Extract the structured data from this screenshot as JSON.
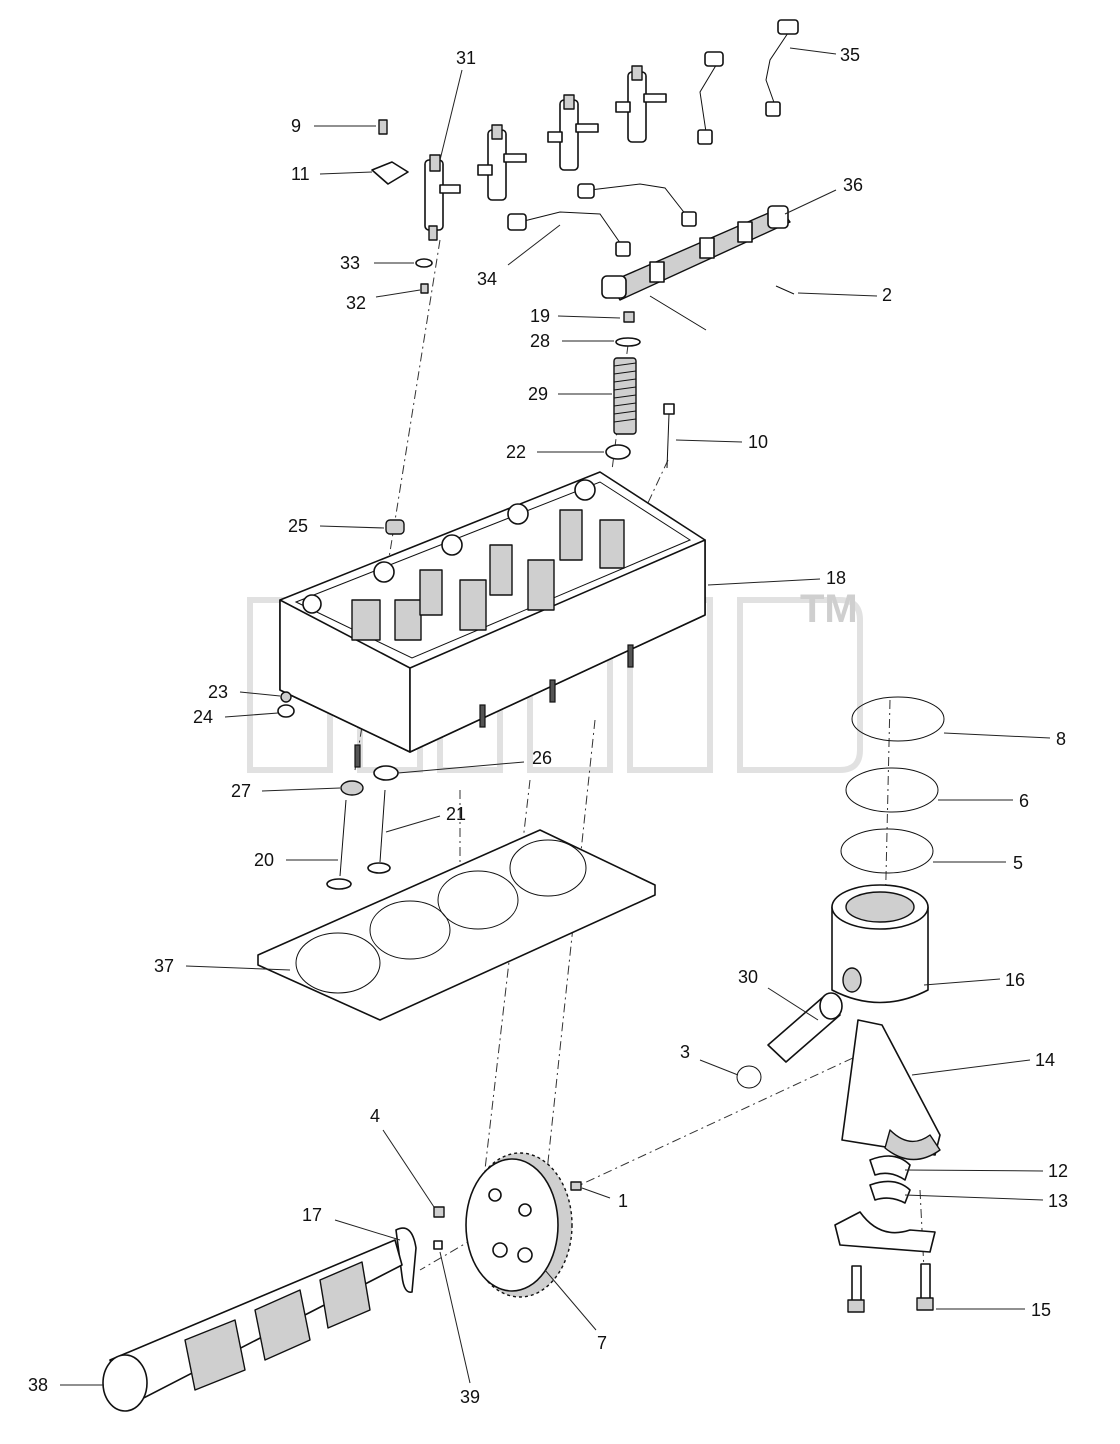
{
  "watermark": {
    "mark": "TM"
  },
  "callouts": {
    "c1": "1",
    "c2": "2",
    "c3": "3",
    "c4": "4",
    "c5": "5",
    "c6": "6",
    "c7": "7",
    "c8": "8",
    "c9": "9",
    "c10": "10",
    "c11": "11",
    "c12": "12",
    "c13": "13",
    "c14": "14",
    "c15": "15",
    "c16": "16",
    "c17": "17",
    "c18": "18",
    "c19": "19",
    "c20": "20",
    "c21": "21",
    "c22": "22",
    "c23": "23",
    "c24": "24",
    "c25": "25",
    "c26": "26",
    "c27": "27",
    "c28": "28",
    "c29": "29",
    "c30": "30",
    "c31": "31",
    "c32": "32",
    "c33": "33",
    "c34": "34",
    "c35": "35",
    "c36": "36",
    "c37": "37",
    "c38": "38",
    "c39": "39"
  }
}
